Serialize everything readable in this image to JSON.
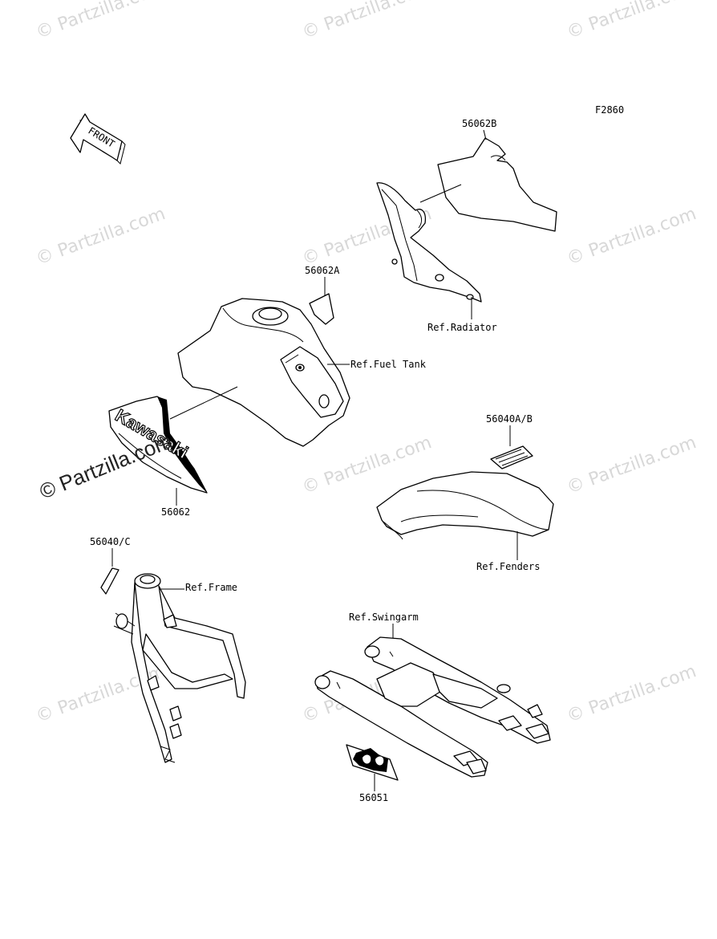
{
  "figure_code": "F2860",
  "direction_tag": "FRONT",
  "watermark": {
    "tiled_text": "© Partzilla.com",
    "main_text": "© Partzilla.com"
  },
  "decal_brand_text": "Kawasaki",
  "callouts": {
    "p56062B": "56062B",
    "p56062A": "56062A",
    "p56062": "56062",
    "p56040AB": "56040A/B",
    "p56040C": "56040/C",
    "p56051": "56051",
    "ref_radiator": "Ref.Radiator",
    "ref_fuel_tank": "Ref.Fuel Tank",
    "ref_fenders": "Ref.Fenders",
    "ref_frame": "Ref.Frame",
    "ref_swingarm": "Ref.Swingarm"
  }
}
